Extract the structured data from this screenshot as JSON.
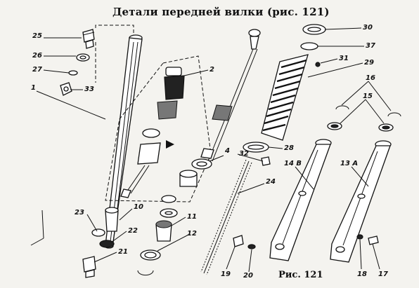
{
  "title": "Детали передней вилки (рис. 121)",
  "caption": "Рис. 121",
  "labels": [
    "25",
    "26",
    "27",
    "1",
    "33",
    "2",
    "4",
    "32",
    "28",
    "14 В",
    "13 А",
    "30",
    "37",
    "31",
    "29",
    "16",
    "15",
    "24",
    "10",
    "11",
    "23",
    "22",
    "12",
    "21",
    "19",
    "20",
    "18",
    "17"
  ]
}
